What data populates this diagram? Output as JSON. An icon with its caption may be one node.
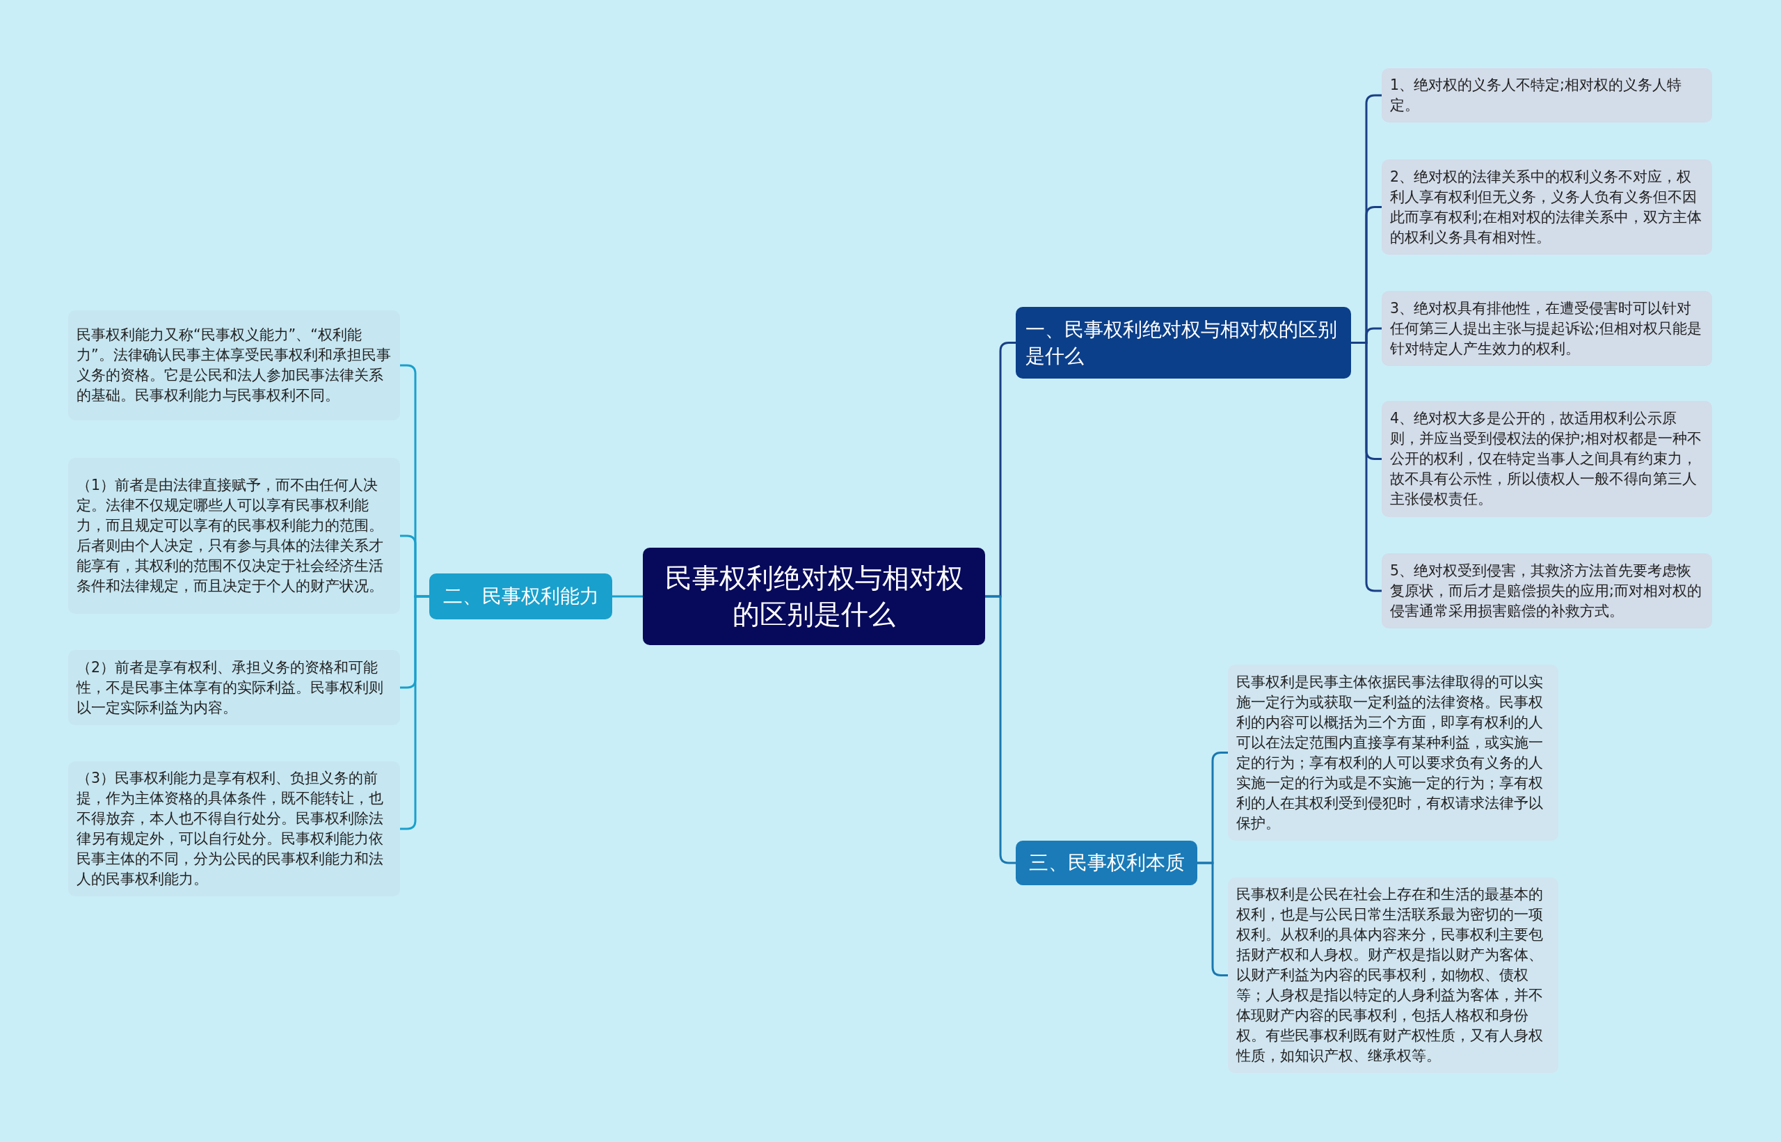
{
  "diagram": {
    "nodes": [
      {
        "text": [
          "民事权利绝对权与相对权的区别是什么"
        ]
      },
      {
        "text": [
          "一、民事权利绝对权与相对权的区别是什么"
        ]
      },
      {
        "text": [
          "1、绝对权的义务人不特定;相对权的义务人特定。"
        ]
      },
      {
        "text": [
          "2、绝对权的法律关系中的权利义务不对应，权利人享有权利但无义务，义务人负有义务但不因此而享有权利;在相对权的法律关系中，双方主体的权利义务具有相对性。"
        ]
      },
      {
        "text": [
          "3、绝对权具有排他性，在遭受侵害时可以针对任何第三人提出主张与提起诉讼;但相对权只能是针对特定人产生效力的权利。"
        ]
      },
      {
        "text": [
          "4、绝对权大多是公开的，故适用权利公示原则，并应当受到侵权法的保护;相对权都是一种不公开的权利，仅在特定当事人之间具有约束力，故不具有公示性，所以债权人一般不得向第三人主张侵权责任。"
        ]
      },
      {
        "text": [
          "5、绝对权受到侵害，其救济方法首先要考虑恢复原状，而后才是赔偿损失的应用;而对相对权的侵害通常采用损害赔偿的补救方式。"
        ]
      },
      {
        "text": [
          "二、民事权利能力"
        ]
      },
      {
        "text": [
          "民事权利能力又称“民事权义能力”、“权利能力”。法律确认民事主体享受民事权利和承担民事义务的资格。它是公民和法人参加民事法律关系的基础。民事权利能力与民事权利不同。"
        ]
      },
      {
        "text": [
          "（1）前者是由法律直接赋予，而不由任何人决定。法律不仅规定哪些人可以享有民事权利能力，而且规定可以享有的民事权利能力的范围。后者则由个人决定，只有参与具体的法律关系才能享有，其权利的范围不仅决定于社会经济生活条件和法律规定，而且决定于个人的财产状况。"
        ]
      },
      {
        "text": [
          "（2）前者是享有权利、承担义务的资格和可能性，不是民事主体享有的实际利益。民事权利则以一定实际利益为内容。"
        ]
      },
      {
        "text": [
          "（3）民事权利能力是享有权利、负担义务的前提，作为主体资格的具体条件，既不能转让，也不得放弃，本人也不得自行处分。民事权利除法律另有规定外，可以自行处分。民事权利能力依民事主体的不同，分为公民的民事权利能力和法人的民事权利能力。"
        ]
      },
      {
        "text": [
          "三、民事权利本质"
        ]
      },
      {
        "text": [
          "民事权利是民事主体依据民事法律取得的可以实施一定行为或获取一定利益的法律资格。民事权利的内容可以概括为三个方面，即享有权利的人可以在法定范围内直接享有某种利益，或实施一定的行为；享有权利的人可以要求负有义务的人实施一定的行为或是不实施一定的行为；享有权利的人在其权利受到侵犯时，有权请求法律予以保护。"
        ]
      },
      {
        "text": [
          "民事权利是公民在社会上存在和生活的最基本的权利，也是与公民日常生活联系最为密切的一项权利。从权利的具体内容来分，民事权利主要包括财产权和人身权。财产权是指以财产为客体、以财产利益为内容的民事权利，如物权、债权等；人身权是指以特定的人身利益为客体，并不体现财产内容的民事权利，包括人格权和身份权。有些民事权利既有财产权性质，又有人身权性质，如知识产权、继承权等。"
        ]
      }
    ],
    "edges": [
      {
        "from": 0,
        "to": 1,
        "arrow": "none"
      },
      {
        "from": 1,
        "to": 2,
        "arrow": "none"
      },
      {
        "from": 1,
        "to": 3,
        "arrow": "none"
      },
      {
        "from": 1,
        "to": 4,
        "arrow": "none"
      },
      {
        "from": 1,
        "to": 5,
        "arrow": "none"
      },
      {
        "from": 1,
        "to": 6,
        "arrow": "none"
      },
      {
        "from": 0,
        "to": 7,
        "arrow": "none",
        "color": "#1aa0cc"
      },
      {
        "from": 7,
        "to": 8,
        "arrow": "none",
        "color": "#1aa0cc"
      },
      {
        "from": 7,
        "to": 9,
        "arrow": "none",
        "color": "#1aa0cc"
      },
      {
        "from": 7,
        "to": 10,
        "arrow": "none",
        "color": "#1aa0cc"
      },
      {
        "from": 7,
        "to": 11,
        "arrow": "none",
        "color": "#1aa0cc"
      },
      {
        "from": 0,
        "to": 12,
        "arrow": "none",
        "color": "#1a78b0"
      },
      {
        "from": 12,
        "to": 13,
        "arrow": "none",
        "color": "#1a78b0"
      },
      {
        "from": 12,
        "to": 14,
        "arrow": "none",
        "color": "#1a78b0"
      }
    ]
  }
}
